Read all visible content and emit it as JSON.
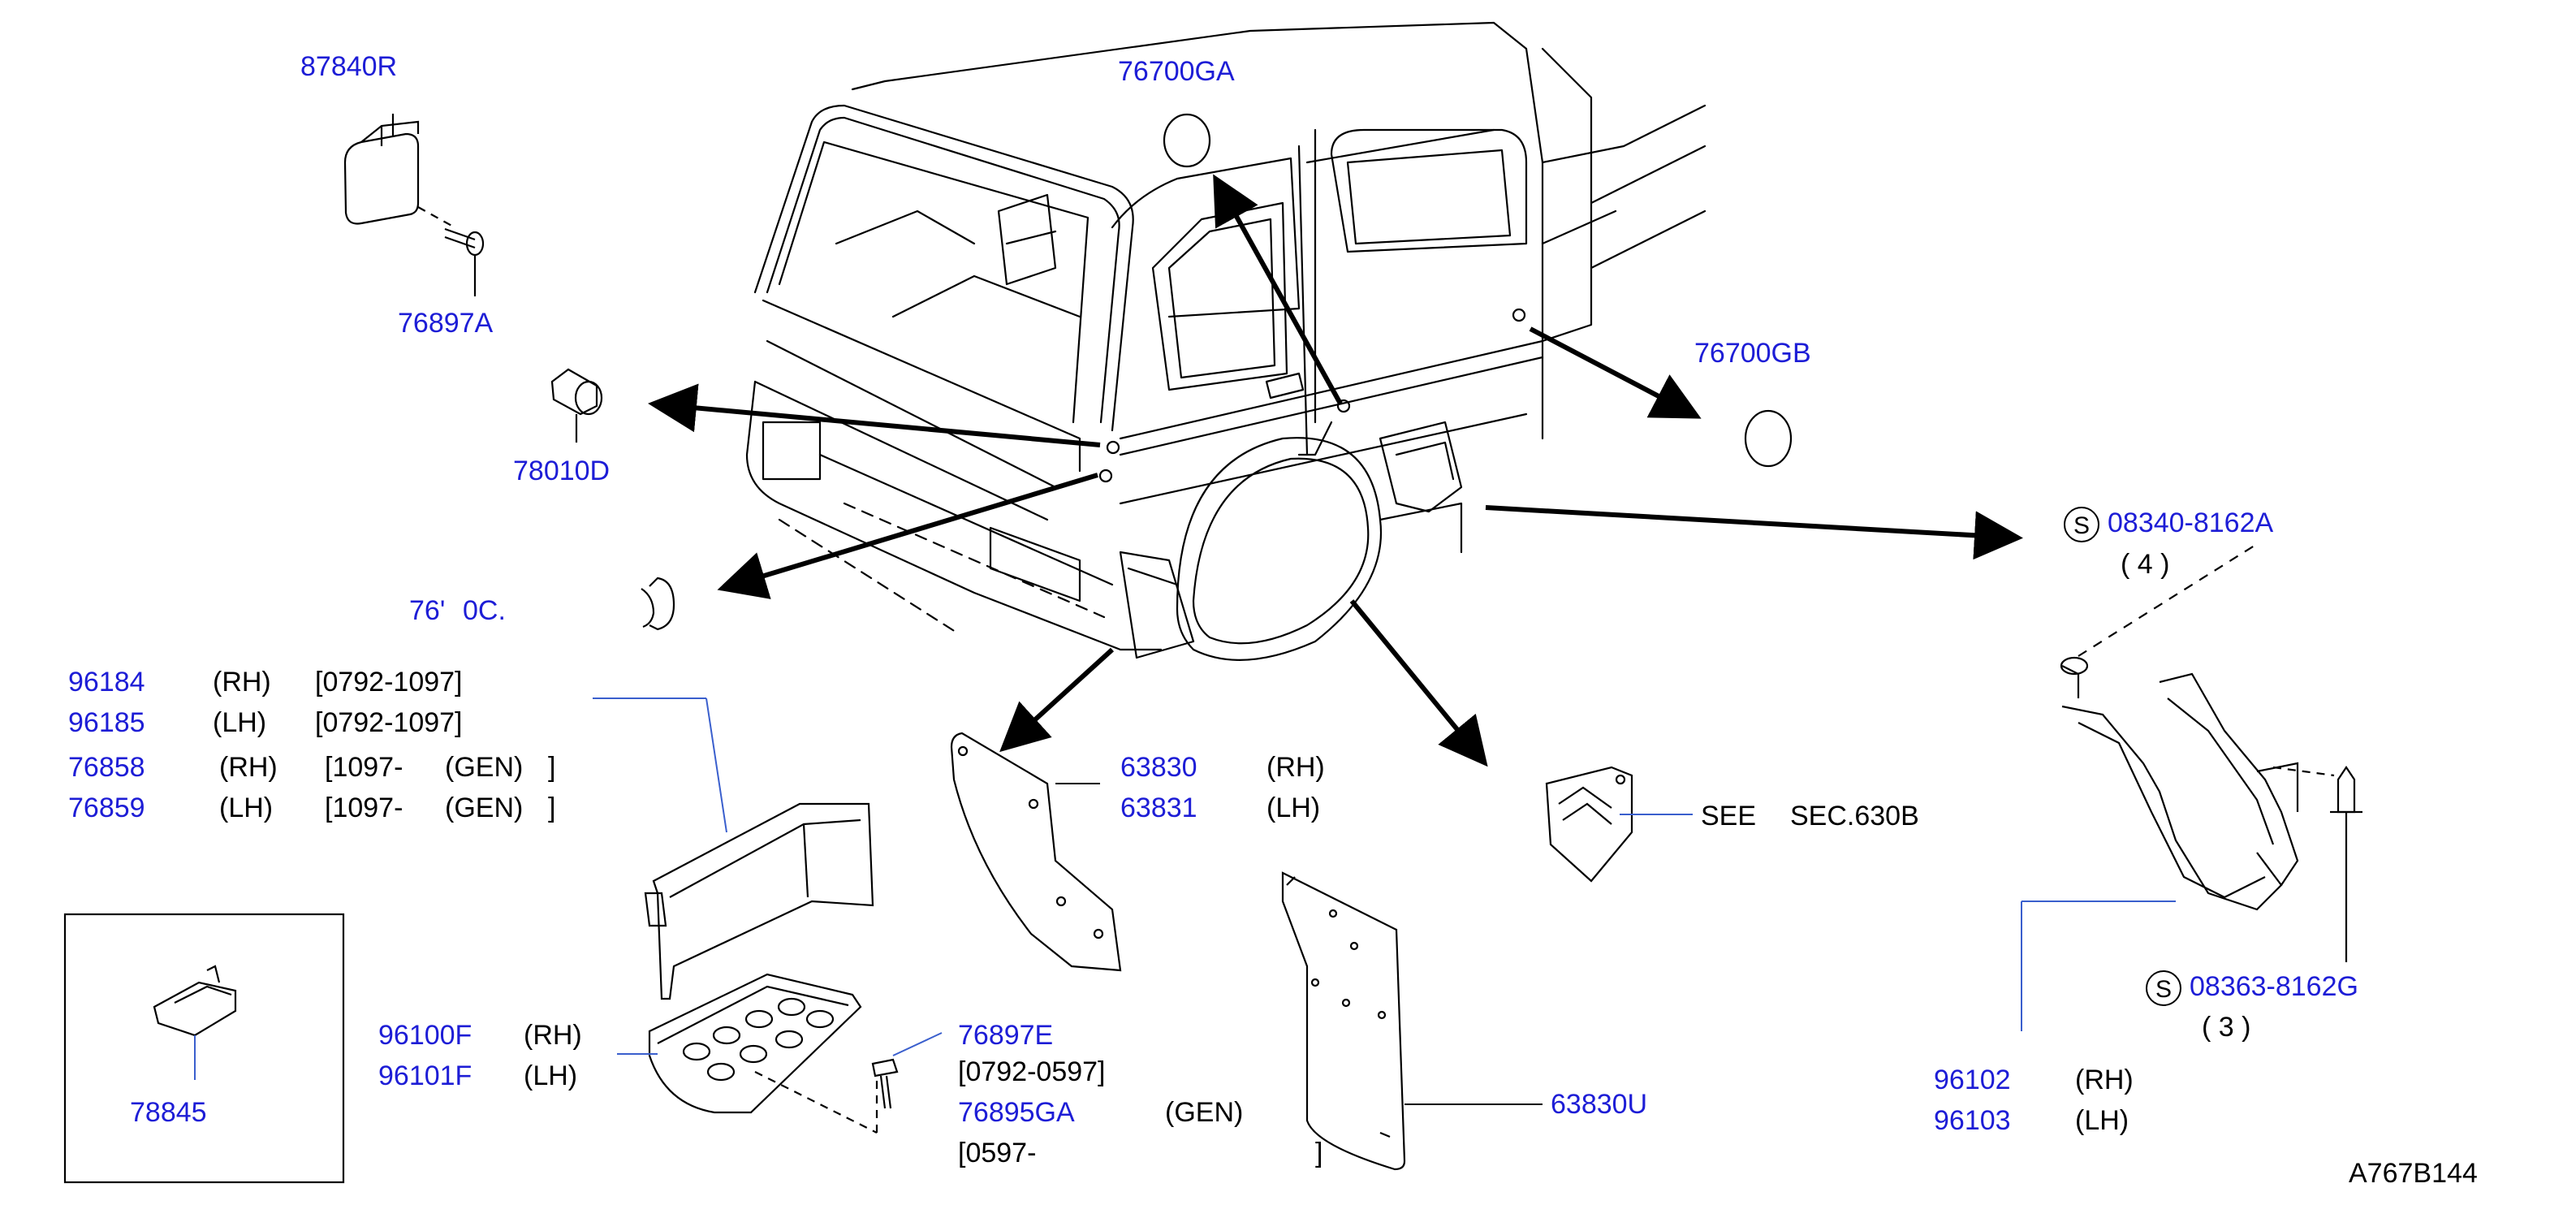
{
  "colors": {
    "part_number": "#1d1dd6",
    "text": "#000000",
    "line": "#000000",
    "leader": "#3a5fcd"
  },
  "labels": {
    "p87840R": "87840R",
    "p76897A": "76897A",
    "p78010D": "78010D",
    "p76700GA": "76700GA",
    "p76700GB": "76700GB",
    "p7670x_partial": "76'",
    "p7670x_partial2": "0C.",
    "screw_a_symbol": "S",
    "screw_a_pn": "08340-8162A",
    "screw_a_qty": "( 4 )",
    "p96184": "96184",
    "p96184_side": "(RH)",
    "p96184_date": "[0792-1097]",
    "p96185": "96185",
    "p96185_side": "(LH)",
    "p96185_date": "[0792-1097]",
    "p76858": "76858",
    "p76858_side": "(RH)",
    "p76858_date": "[1097-",
    "p76858_gen": "(GEN)",
    "p76858_end": "]",
    "p76859": "76859",
    "p76859_side": "(LH)",
    "p76859_date": "[1097-",
    "p76859_gen": "(GEN)",
    "p76859_end": "]",
    "p63830": "63830",
    "p63830_side": "(RH)",
    "p63831": "63831",
    "p63831_side": "(LH)",
    "see_text": "SEE",
    "see_section": "SEC.630B",
    "p96100F": "96100F",
    "p96100F_side": "(RH)",
    "p96101F": "96101F",
    "p96101F_side": "(LH)",
    "p76897E": "76897E",
    "p76897E_date": "[0792-0597]",
    "p76895GA": "76895GA",
    "p76895GA_gen": "(GEN)",
    "p76895GA_date": "[0597-",
    "p76895GA_end": "]",
    "p63830U": "63830U",
    "p78845": "78845",
    "screw_b_symbol": "S",
    "screw_b_pn": "08363-8162G",
    "screw_b_qty": "( 3 )",
    "p96102": "96102",
    "p96102_side": "(RH)",
    "p96103": "96103",
    "p96103_side": "(LH)",
    "figure_ref": "A767B144"
  }
}
